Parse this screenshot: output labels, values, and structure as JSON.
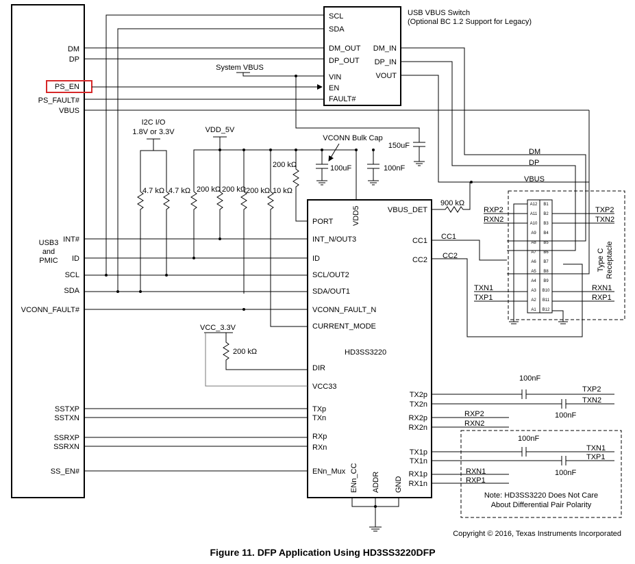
{
  "caption": "Figure 11.  DFP Application Using HD3SS3220DFP",
  "copyright": "Copyright © 2016, Texas Instruments Incorporated",
  "highlight_color": "#d62728",
  "host": {
    "name_lines": [
      "USB3",
      "and",
      "PMIC"
    ],
    "pins": {
      "dm": "DM",
      "dp": "DP",
      "ps_en": "PS_EN",
      "ps_fault": "PS_FAULT#",
      "vbus": "VBUS",
      "int": "INT#",
      "id": "ID",
      "scl": "SCL",
      "sda": "SDA",
      "vconn_fault": "VCONN_FAULT#",
      "sstxp": "SSTXP",
      "sstxn": "SSTXN",
      "ssrxp": "SSRXP",
      "ssrxn": "SSRXN",
      "ss_en": "SS_EN#"
    }
  },
  "vbus_switch": {
    "title_lines": [
      "USB VBUS Switch",
      "(Optional BC 1.2 Support for Legacy)"
    ],
    "left_pins": [
      "SCL",
      "SDA",
      "DM_OUT",
      "DP_OUT",
      "VIN",
      "EN",
      "FAULT#"
    ],
    "right_pins": [
      "DM_IN",
      "DP_IN",
      "VOUT"
    ]
  },
  "chip": {
    "name": "HD3SS3220",
    "left_pins": [
      "PORT",
      "INT_N/OUT3",
      "ID",
      "SCL/OUT2",
      "SDA/OUT1",
      "VCONN_FAULT_N",
      "CURRENT_MODE",
      "DIR",
      "VCC33",
      "TXp",
      "TXn",
      "RXp",
      "RXn",
      "ENn_Mux"
    ],
    "top_pin": "VDD5",
    "bottom_pins": [
      "ENn_CC",
      "ADDR",
      "GND"
    ],
    "right_pins": [
      "VBUS_DET",
      "CC1",
      "CC2",
      "TX2p",
      "TX2n",
      "RX2p",
      "RX2n",
      "TX1p",
      "TX1n",
      "RX1p",
      "RX1n"
    ]
  },
  "labels": {
    "system_vbus": "System VBUS",
    "i2c_io": [
      "I2C I/O",
      "1.8V or 3.3V"
    ],
    "vdd_5v": "VDD_5V",
    "vconn_bulk_cap": "VCONN Bulk Cap",
    "vcc_33": "VCC_3.3V",
    "r_4k7": "4.7 kΩ",
    "r_200k": "200 kΩ",
    "r_10k": "10 kΩ",
    "r_900k": "900 kΩ",
    "c_150uf": "150uF",
    "c_100uf": "100uF",
    "c_100nf": "100nF",
    "net_dm": "DM",
    "net_dp": "DP",
    "net_vbus": "VBUS",
    "net_cc1": "CC1",
    "net_cc2": "CC2",
    "rxp2": "RXP2",
    "rxn2": "RXN2",
    "txn1": "TXN1",
    "txp1": "TXP1",
    "txp2": "TXP2",
    "txn2": "TXN2",
    "rxn1": "RXN1",
    "rxp1": "RXP1",
    "typec_lines": [
      "Type C",
      "Receptacle"
    ],
    "note_lines": [
      "Note: HD3SS3220 Does Not Care",
      "About Differential Pair Polarity"
    ]
  },
  "receptacle": {
    "a_pins": [
      "A12",
      "A11",
      "A10",
      "A9",
      "A8",
      "A7",
      "A6",
      "A5",
      "A4",
      "A3",
      "A2",
      "A1"
    ],
    "b_pins": [
      "B1",
      "B2",
      "B3",
      "B4",
      "B5",
      "B6",
      "B7",
      "B8",
      "B9",
      "B10",
      "B11",
      "B12"
    ]
  }
}
